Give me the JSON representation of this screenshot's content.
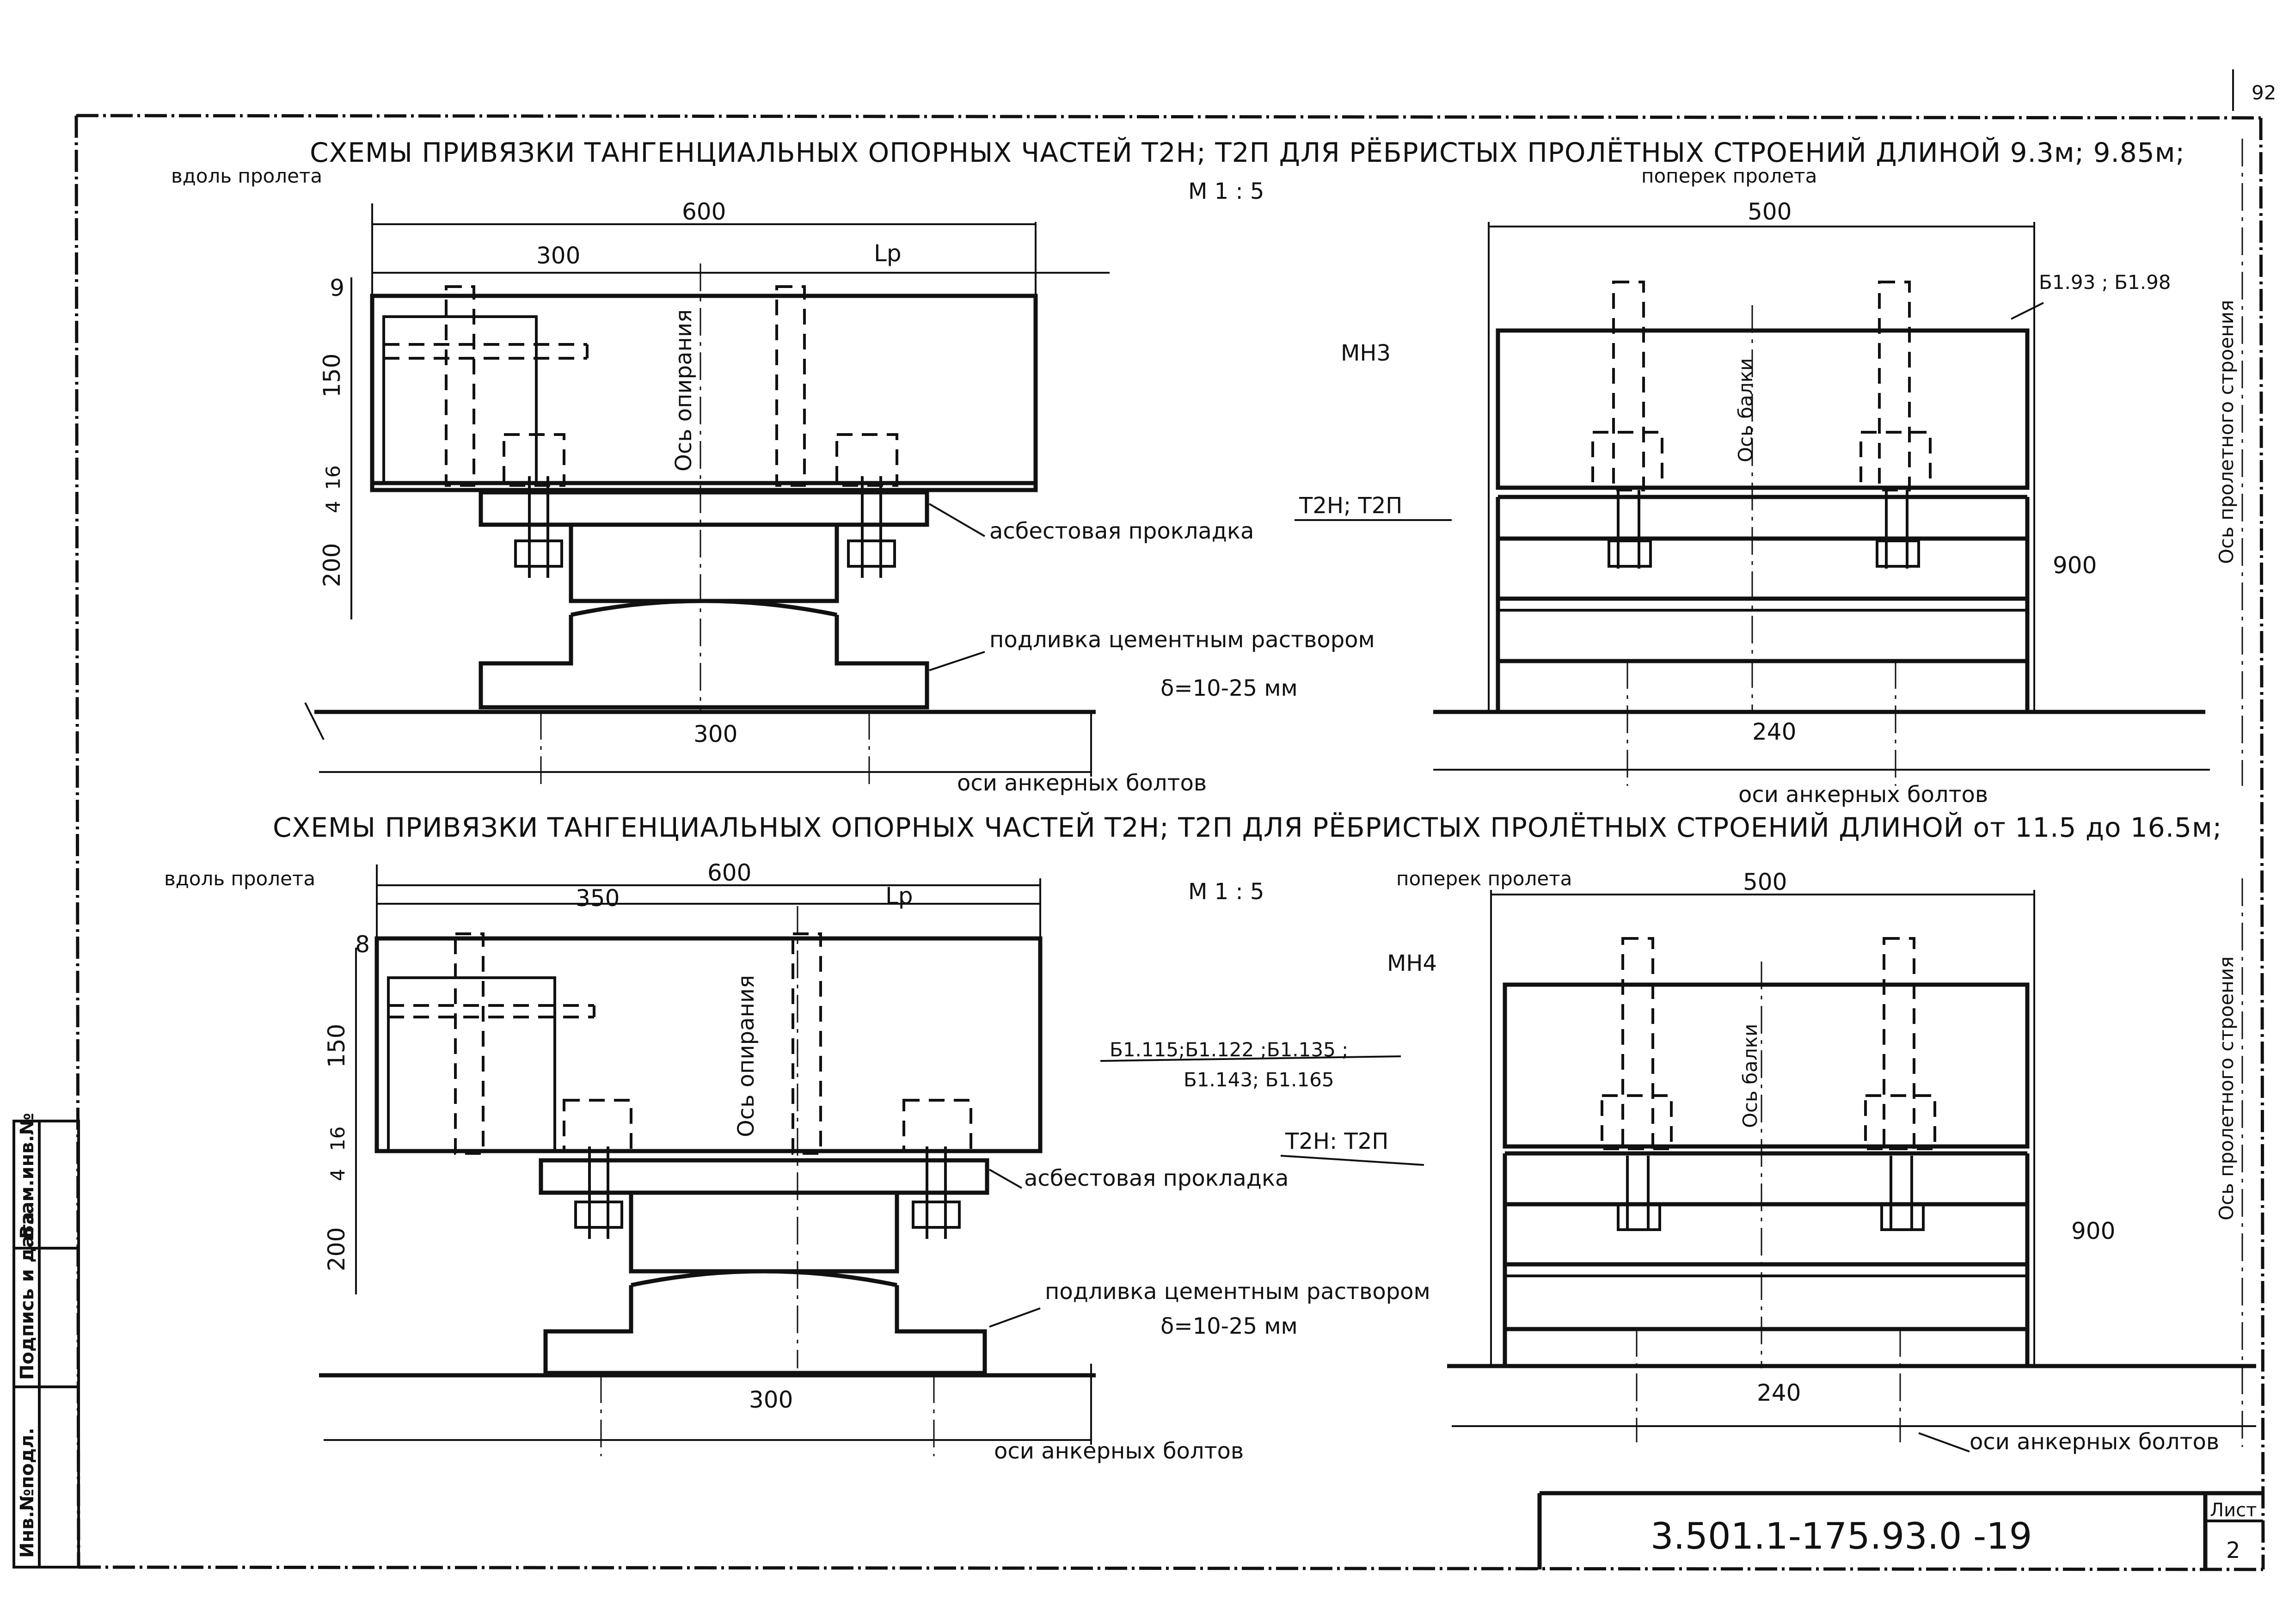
{
  "page_number": "92",
  "top": {
    "title": "СХЕМЫ ПРИВЯЗКИ ТАНГЕНЦИАЛЬНЫХ  ОПОРНЫХ  ЧАСТЕЙ  Т2Н;  Т2П ДЛЯ  РЁБРИСТЫХ  ПРОЛЁТНЫХ  СТРОЕНИЙ  ДЛИНОЙ  9.3м; 9.85м;",
    "along_label": "вдоль пролета",
    "across_label": "поперек пролета",
    "scale": "М 1 : 5",
    "dim_600": "600",
    "dim_300": "300",
    "dim_lp": "Lp",
    "dim_9": "9",
    "dim_150": "150",
    "dim_16": "16",
    "dim_4": "4",
    "dim_200": "200",
    "axis_support": "Ось опирания",
    "bearing_type": "Т2Н; Т2П",
    "asbestos": "асбестовая прокладка",
    "grout": "подливка цементным раствором",
    "delta": "δ=10-25 мм",
    "dim_bottom_300": "300",
    "anchor_axes_left": "оси анкерных болтов",
    "dim_500": "500",
    "beam_marks": "Б1.93 ;  Б1.98",
    "mark": "МН3",
    "axis_beam": "Ось балки",
    "dim_900": "900",
    "dim_240": "240",
    "anchor_axes_right": "оси анкерных болтов",
    "axis_span": "Ось пролетного строения"
  },
  "bottom": {
    "title": "СХЕМЫ ПРИВЯЗКИ ТАНГЕНЦИАЛЬНЫХ  ОПОРНЫХ  ЧАСТЕЙ  Т2Н;  Т2П ДЛЯ  РЁБРИСТЫХ  ПРОЛЁТНЫХ  СТРОЕНИЙ  ДЛИНОЙ  от  11.5  до  16.5м;",
    "along_label": "вдоль пролета",
    "across_label": "поперек пролета",
    "scale": "М 1 : 5",
    "dim_600": "600",
    "dim_350": "350",
    "dim_lp": "Lp",
    "dim_8": "8",
    "dim_150": "150",
    "dim_16": "16",
    "dim_4": "4",
    "dim_200": "200",
    "axis_support": "Ось опирания",
    "beam_marks_1": "Б1.115;Б1.122 ;Б1.135 ;",
    "beam_marks_2": "Б1.143; Б1.165",
    "bearing_type": "Т2Н: Т2П",
    "asbestos": "асбестовая прокладка",
    "grout": "подливка цементным раствором",
    "delta": "δ=10-25 мм",
    "dim_bottom_300": "300",
    "anchor_axes_left": "оси анкерных болтов",
    "dim_500": "500",
    "mark": "МН4",
    "axis_beam": "Ось балки",
    "dim_900": "900",
    "dim_240": "240",
    "anchor_axes_right": "оси анкерных болтов",
    "axis_span": "Ось пролетного строения"
  },
  "stamp": {
    "inv_orig": "Инв.№подл.",
    "sign_date": "Подпись и дата",
    "vzam": "Взам.инв.№",
    "doc_code": "3.501.1-175.93.0 -19",
    "sheet_label": "Лист",
    "sheet_no": "2"
  }
}
